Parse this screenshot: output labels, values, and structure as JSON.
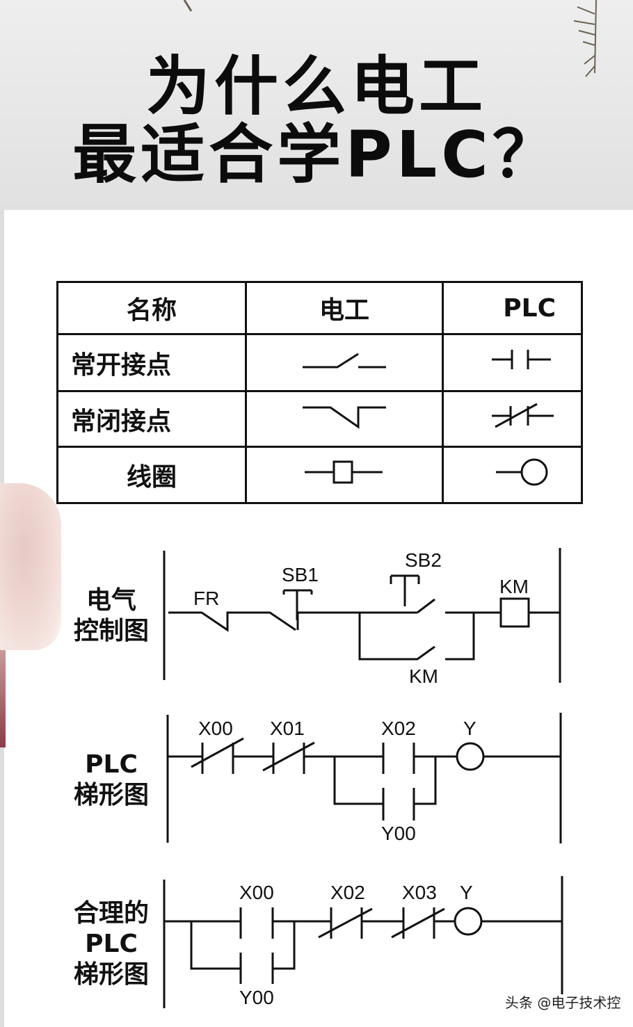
{
  "header": {
    "title_line1": "为什么电工",
    "title_line2": "最适合学PLC？"
  },
  "table": {
    "headers": [
      "名称",
      "电工",
      "PLC"
    ],
    "rows": [
      {
        "name": "常开接点",
        "electrician_symbol": "normally-open-contact-icon",
        "plc_symbol": "plc-no-contact-icon"
      },
      {
        "name": "常闭接点",
        "electrician_symbol": "normally-closed-contact-icon",
        "plc_symbol": "plc-nc-contact-icon"
      },
      {
        "name": "线圈",
        "electrician_symbol": "coil-box-icon",
        "plc_symbol": "plc-coil-circle-icon"
      }
    ]
  },
  "diagrams": [
    {
      "label_lines": [
        "电气",
        "控制图"
      ],
      "type": "electrical-control",
      "labels": [
        "FR",
        "SB1",
        "SB2",
        "KM",
        "KM"
      ]
    },
    {
      "label_lines": [
        "PLC",
        "梯形图"
      ],
      "type": "ladder",
      "labels": [
        "X00",
        "X01",
        "X02",
        "Y",
        "Y00"
      ]
    },
    {
      "label_lines": [
        "合理的",
        "PLC",
        "梯形图"
      ],
      "type": "ladder-optimized",
      "labels": [
        "X00",
        "X02",
        "X03",
        "Y",
        "Y00"
      ]
    }
  ],
  "watermark": "头条 @电子技术控"
}
